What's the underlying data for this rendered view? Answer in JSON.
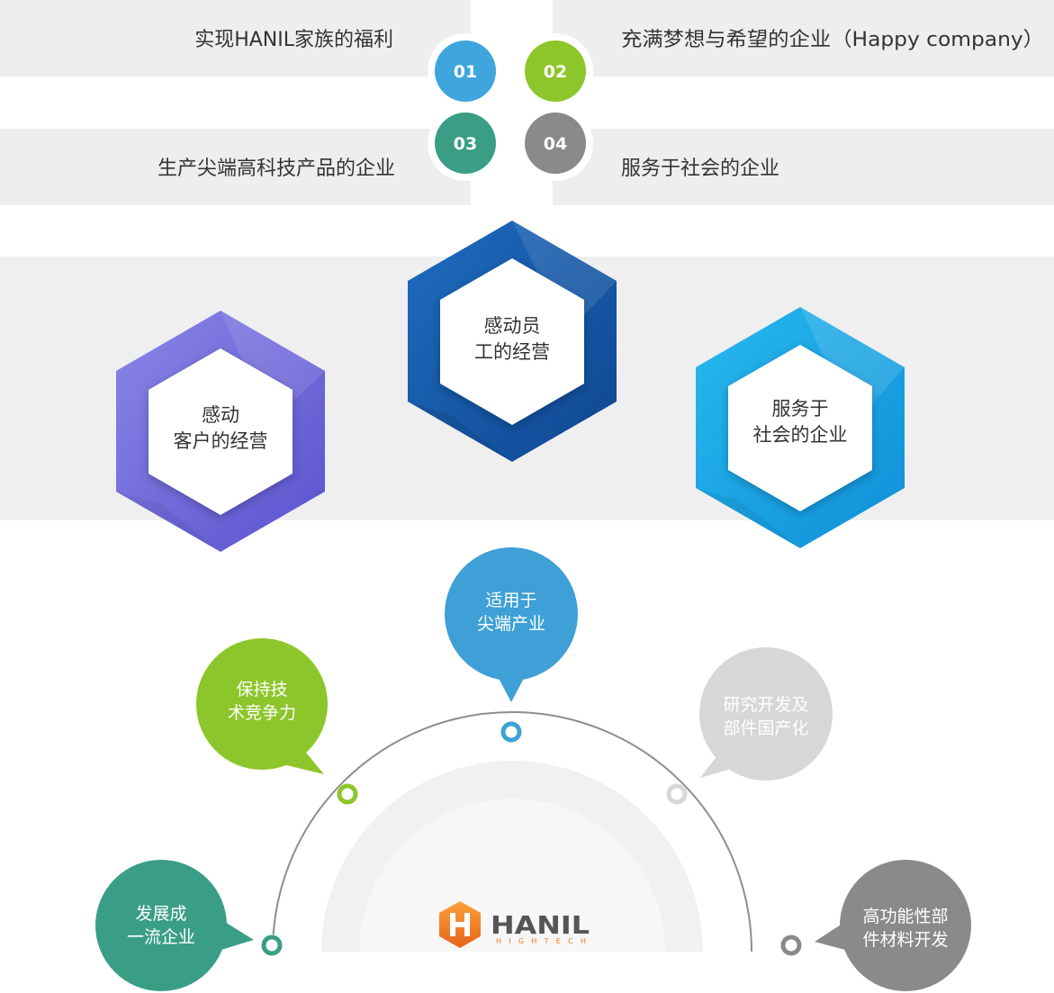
{
  "values_grid": {
    "items": [
      {
        "number": "01",
        "label": "实现HANIL家族的福利",
        "color": "#3ea6dd"
      },
      {
        "number": "02",
        "label": "充满梦想与希望的企业（Happy company）",
        "color": "#8dc62a"
      },
      {
        "number": "03",
        "label": "生产尖端高科技产品的企业",
        "color": "#3a9e86"
      },
      {
        "number": "04",
        "label": "服务于社会的企业",
        "color": "#8a8a8a"
      }
    ]
  },
  "management": {
    "items": [
      {
        "line1": "感动",
        "line2": "客户的经营",
        "color": "#6a63d6"
      },
      {
        "line1": "感动员",
        "line2": "工的经营",
        "color": "#1556a8"
      },
      {
        "line1": "服务于",
        "line2": "社会的企业",
        "color": "#1ba4e6"
      }
    ]
  },
  "vision": {
    "items": [
      {
        "line1": "发展成",
        "line2": "一流企业",
        "color": "#3a9e86"
      },
      {
        "line1": "保持技",
        "line2": "术竞争力",
        "color": "#8dc62a"
      },
      {
        "line1": "适用于",
        "line2": "尖端产业",
        "color": "#3ea0d6"
      },
      {
        "line1": "研究开发及",
        "line2": "部件国产化",
        "color": "#d7d7d7"
      },
      {
        "line1": "高功能性部",
        "line2": "件材料开发",
        "color": "#8a8a8a"
      }
    ],
    "logo": {
      "brand": "HANIL",
      "sub": "HIGHTECH",
      "color": "#f07b1c"
    }
  }
}
